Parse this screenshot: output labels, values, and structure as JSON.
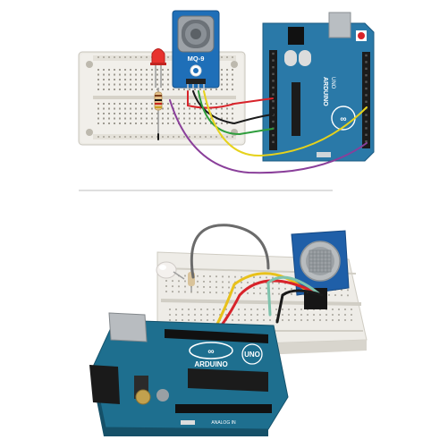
{
  "diagram": {
    "sensor_label": "MQ-9",
    "arduino_brand": "ARDUINO",
    "board_model": "UNO",
    "photo_brand": "ARDUINO",
    "photo_model": "UNO",
    "photo_board_label": "ANALOG IN"
  },
  "colors": {
    "breadboard": "#eceae4",
    "arduino_blue": "#2a79a8",
    "sensor_blue": "#1f6fb8",
    "wire_red": "#d8232a",
    "wire_black": "#1a1a1a",
    "wire_green": "#2f9e3d",
    "wire_yellow": "#e6d21c",
    "wire_purple": "#8a3f9a",
    "led_red": "#e8322e",
    "divider": "#bdbdbd"
  }
}
